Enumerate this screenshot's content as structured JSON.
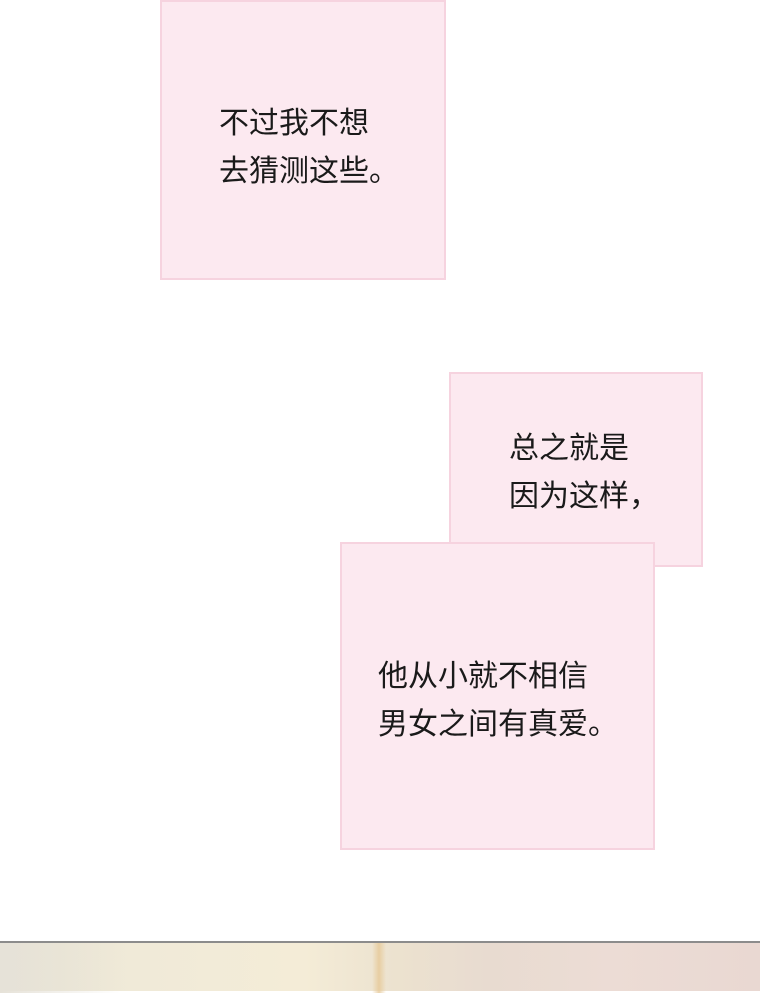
{
  "panels": [
    {
      "lines": [
        "不过我不想",
        "去猜测这些。"
      ]
    },
    {
      "lines": [
        "总之就是",
        "因为这样，"
      ]
    },
    {
      "lines": [
        "他从小就不相信",
        "男女之间有真爱。"
      ]
    }
  ],
  "colors": {
    "box_fill": "#fce9f0",
    "box_border": "#f6d3df",
    "text": "#1a1a1a"
  }
}
